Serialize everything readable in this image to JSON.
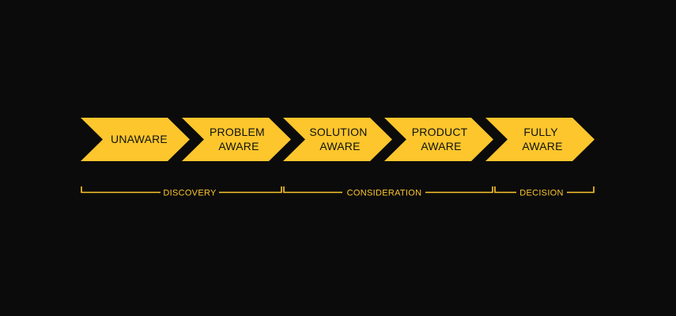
{
  "colors": {
    "background": "#0b0b0b",
    "accent": "#fcc62c",
    "stage_text": "#111111"
  },
  "stages": [
    {
      "lines": [
        "UNAWARE"
      ]
    },
    {
      "lines": [
        "PROBLEM",
        "AWARE"
      ]
    },
    {
      "lines": [
        "SOLUTION",
        "AWARE"
      ]
    },
    {
      "lines": [
        "PRODUCT",
        "AWARE"
      ]
    },
    {
      "lines": [
        "FULLY",
        "AWARE"
      ]
    }
  ],
  "phases": [
    {
      "label": "DISCOVERY"
    },
    {
      "label": "CONSIDERATION"
    },
    {
      "label": "DECISION"
    }
  ]
}
